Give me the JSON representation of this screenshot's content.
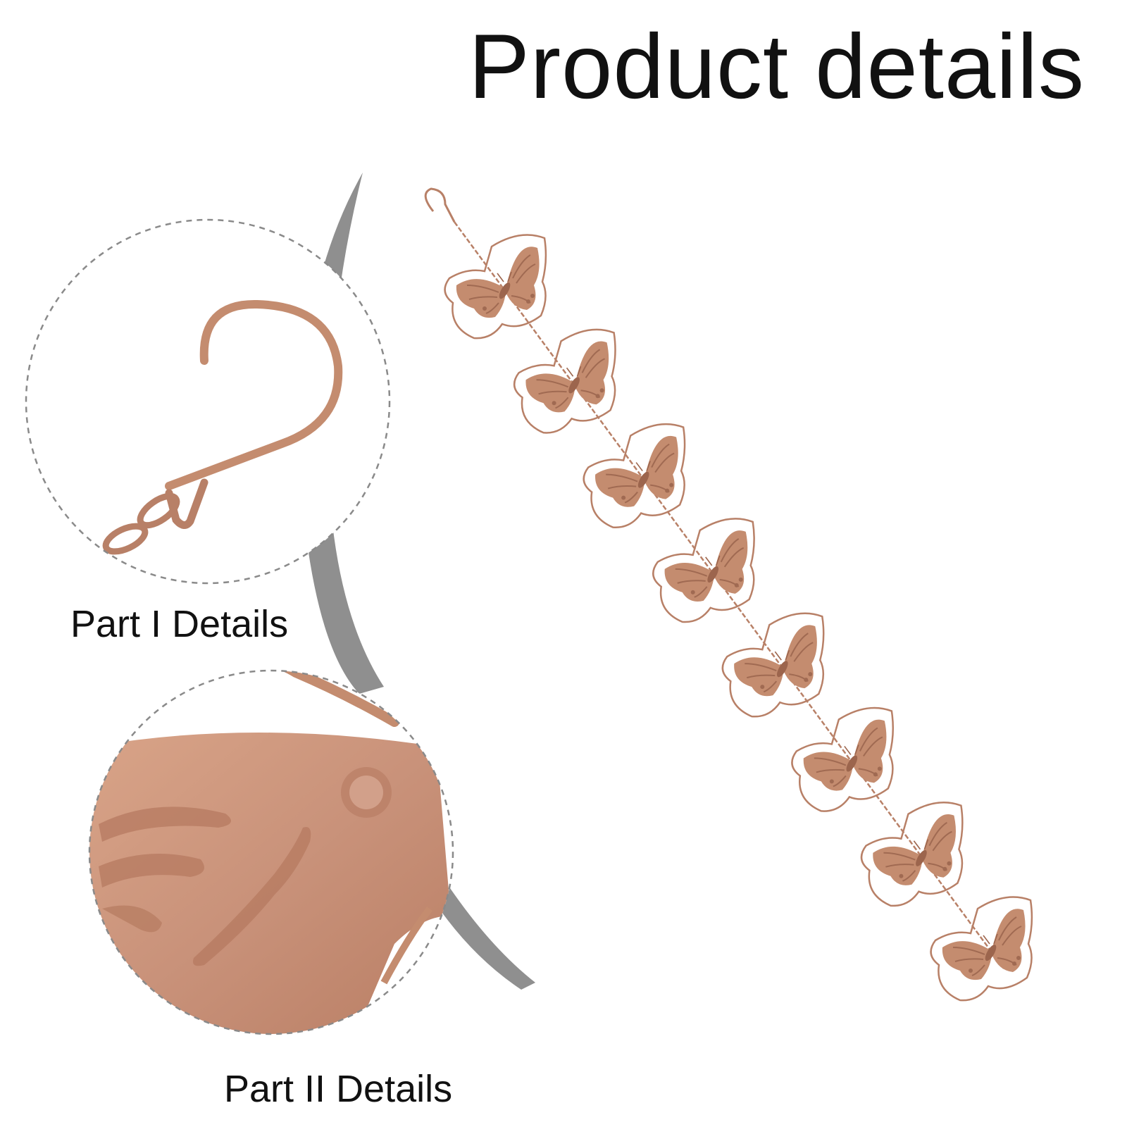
{
  "page": {
    "title": "Product details"
  },
  "details": {
    "part1_label": "Part I Details",
    "part2_label": "Part II Details"
  },
  "product": {
    "butterfly_count": 8,
    "color": "#c48c6f",
    "callout_color": "#8f8f8f"
  }
}
